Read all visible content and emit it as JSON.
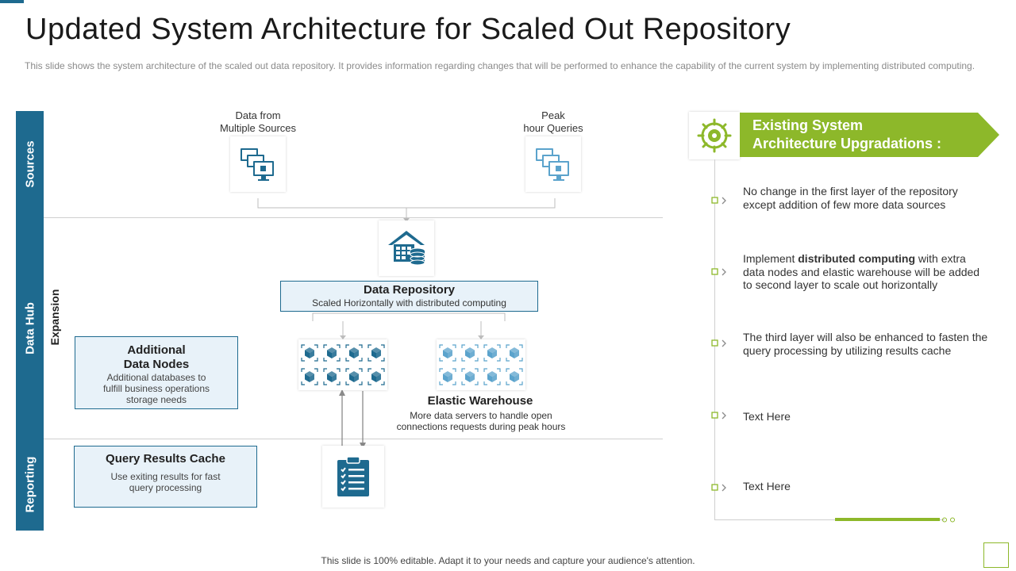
{
  "title": "Updated System Architecture for Scaled Out Repository",
  "subtitle": "This slide shows the system architecture of the scaled out data repository. It provides information regarding changes that will be performed  to enhance the capability of the current system by implementing distributed computing.",
  "bands": {
    "sources": "Sources",
    "data_hub": "Data Hub",
    "reporting": "Reporting"
  },
  "expansion_label": "Expansion",
  "sources": {
    "left_label_line1": "Data from",
    "left_label_line2": "Multiple Sources",
    "right_label_line1": "Peak",
    "right_label_line2": "hour Queries"
  },
  "repository": {
    "title": "Data Repository",
    "subtitle": "Scaled Horizontally with distributed computing"
  },
  "additional_nodes": {
    "title_line1": "Additional",
    "title_line2": "Data Nodes",
    "text_line1": "Additional databases to",
    "text_line2": "fulfill business operations",
    "text_line3": "storage needs"
  },
  "elastic_warehouse": {
    "title": "Elastic Warehouse",
    "text_line1": "More data servers to handle open",
    "text_line2": "connections requests during peak hours"
  },
  "query_cache": {
    "title": "Query Results Cache",
    "text_line1": "Use exiting results for fast",
    "text_line2": "query processing"
  },
  "panel": {
    "title_line1": "Existing System",
    "title_line2": "Architecture Upgradations :",
    "items": [
      {
        "pre": "No change in the first layer of the repository except addition of few more data sources",
        "bold": "",
        "post": ""
      },
      {
        "pre": "Implement ",
        "bold": "distributed computing",
        "post": " with extra data nodes and elastic warehouse will be added to second layer to scale out horizontally"
      },
      {
        "pre": "The third layer will  also be enhanced to fasten the query processing by utilizing results cache",
        "bold": "",
        "post": ""
      },
      {
        "pre": "Text Here",
        "bold": "",
        "post": ""
      },
      {
        "pre": "Text Here",
        "bold": "",
        "post": ""
      }
    ]
  },
  "footer": "This slide is 100% editable. Adapt it to your needs and capture your audience's attention.",
  "colors": {
    "primary_blue": "#1e6a8f",
    "light_blue": "#5ba3cc",
    "green": "#8db82a",
    "box_fill": "#e8f2f9"
  },
  "icons": {
    "sources_left": "monitor-stack-icon",
    "sources_right": "monitor-stack-icon",
    "repository": "warehouse-database-icon",
    "reporting": "clipboard-checklist-icon",
    "panel": "gear-target-icon",
    "cube": "cube-icon"
  }
}
